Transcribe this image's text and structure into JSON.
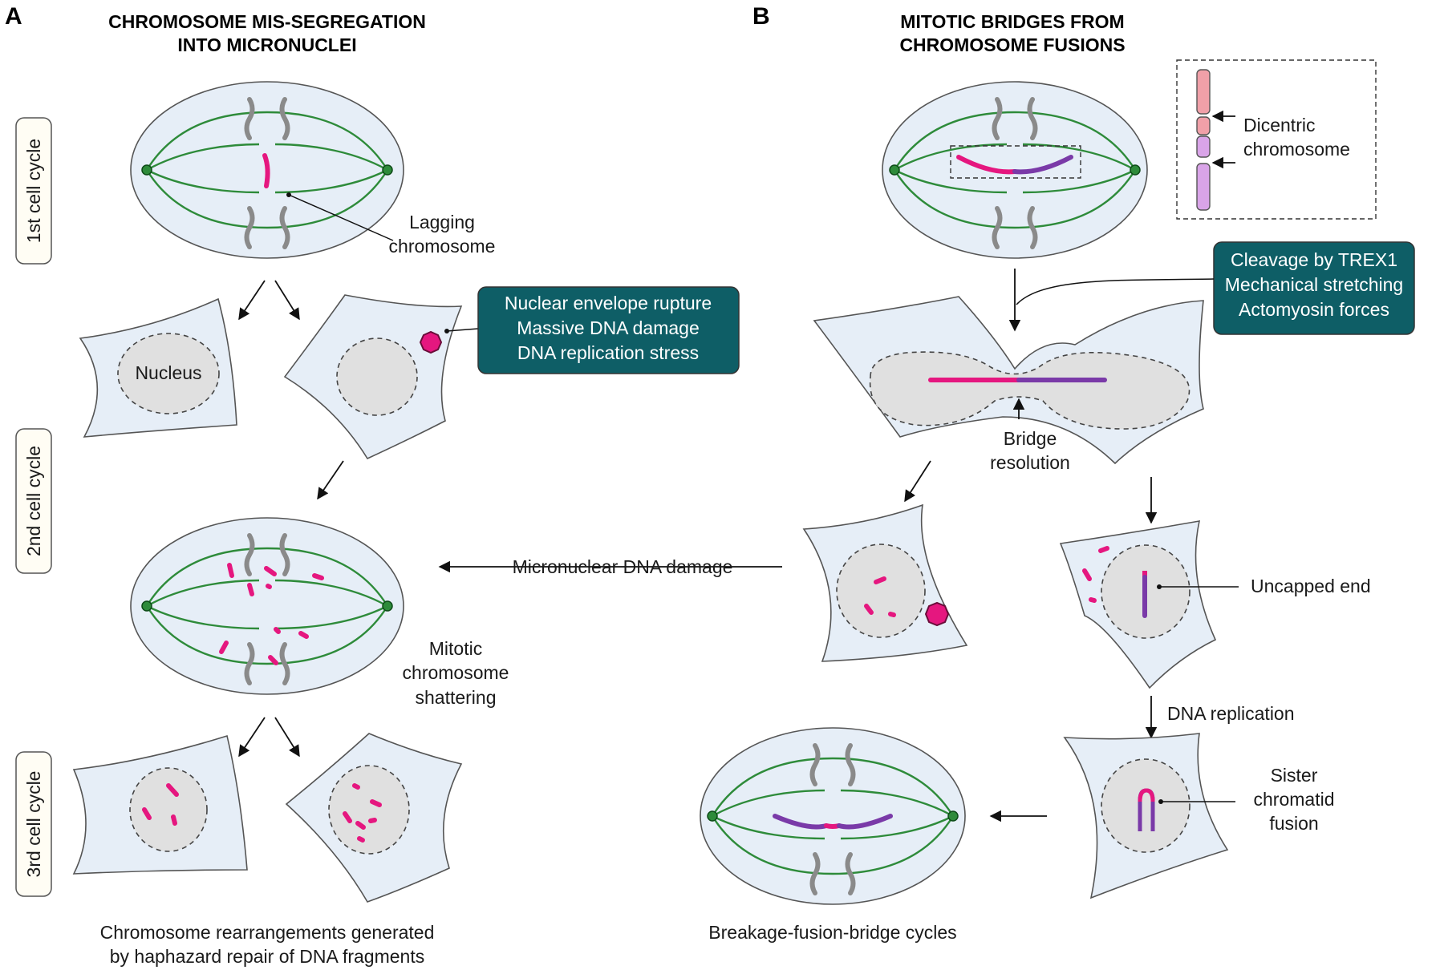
{
  "panel_a": {
    "letter": "A",
    "title_lines": [
      "CHROMOSOME MIS-SEGREGATION",
      "INTO MICRONUCLEI"
    ],
    "cycles": [
      "1st cell cycle",
      "2nd cell cycle",
      "3rd cell cycle"
    ],
    "lagging_label": [
      "Lagging",
      "chromosome"
    ],
    "nucleus_label": "Nucleus",
    "damage_box": [
      "Nuclear envelope rupture",
      "Massive DNA damage",
      "DNA replication stress"
    ],
    "shattering_label": [
      "Mitotic",
      "chromosome",
      "shattering"
    ],
    "footer": [
      "Chromosome rearrangements generated",
      "by haphazard repair of DNA fragments"
    ]
  },
  "panel_b": {
    "letter": "B",
    "title_lines": [
      "MITOTIC BRIDGES FROM",
      "CHROMOSOME FUSIONS"
    ],
    "dicentric_label": [
      "Dicentric",
      "chromosome"
    ],
    "cleavage_box": [
      "Cleavage by TREX1",
      "Mechanical stretching",
      "Actomyosin forces"
    ],
    "bridge_label": [
      "Bridge",
      "resolution"
    ],
    "micronuclear_label": "Micronuclear DNA damage",
    "uncapped_label": "Uncapped end",
    "replication_label": "DNA replication",
    "sister_label": [
      "Sister",
      "chromatid",
      "fusion"
    ],
    "footer": "Breakage-fusion-bridge cycles"
  },
  "colors": {
    "teal_box": "#0e5e66",
    "spindle": "#2e8b3a",
    "magenta": "#e5177f",
    "purple": "#7a3aa8",
    "cell_fill": "#e6eef7",
    "nucleus_fill": "#e0e0e0"
  }
}
